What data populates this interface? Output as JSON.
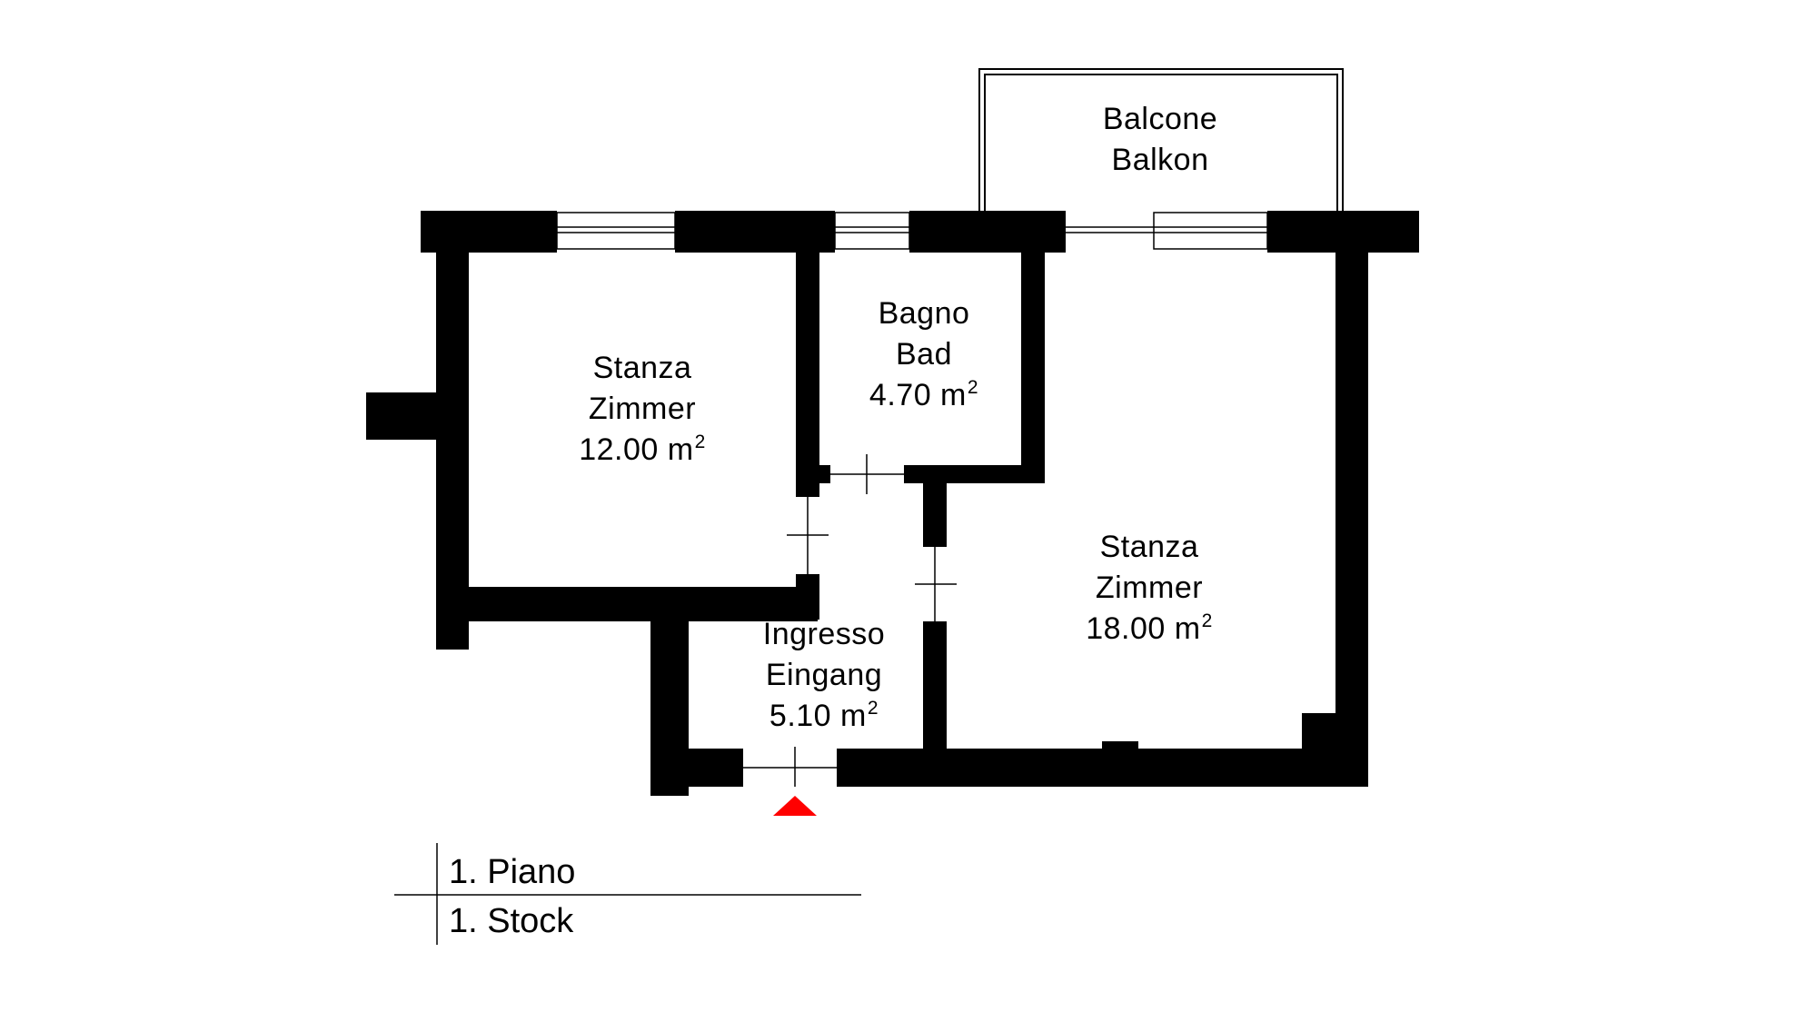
{
  "rooms": {
    "balcony": {
      "name_it": "Balcone",
      "name_de": "Balkon"
    },
    "bedroom_left": {
      "name_it": "Stanza",
      "name_de": "Zimmer",
      "area_value": "12.00 m",
      "area_sup": "2"
    },
    "bathroom": {
      "name_it": "Bagno",
      "name_de": "Bad",
      "area_value": "4.70 m",
      "area_sup": "2"
    },
    "bedroom_right": {
      "name_it": "Stanza",
      "name_de": "Zimmer",
      "area_value": "18.00 m",
      "area_sup": "2"
    },
    "entrance": {
      "name_it": "Ingresso",
      "name_de": "Eingang",
      "area_value": "5.10 m",
      "area_sup": "2"
    }
  },
  "legend": {
    "floor_it": "1. Piano",
    "floor_de": "1. Stock"
  },
  "colors": {
    "wall": "#000000",
    "entrance_marker": "#ff0000",
    "background": "#ffffff"
  },
  "icons": {
    "entrance_marker": "triangle-up"
  }
}
